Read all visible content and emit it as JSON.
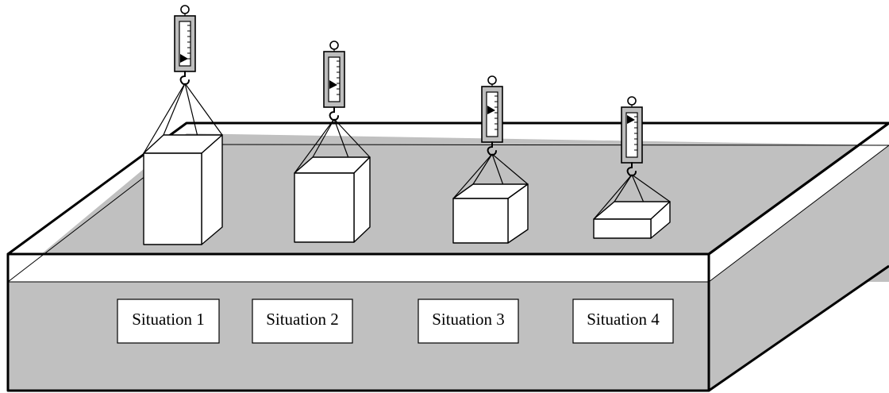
{
  "situations": [
    {
      "label": "Situation 1",
      "scale_reading": 0.92,
      "block_height_level": 4
    },
    {
      "label": "Situation 2",
      "scale_reading": 0.55,
      "block_height_level": 3
    },
    {
      "label": "Situation 3",
      "scale_reading": 0.22,
      "block_height_level": 2
    },
    {
      "label": "Situation 4",
      "scale_reading": 0.06,
      "block_height_level": 1
    }
  ]
}
